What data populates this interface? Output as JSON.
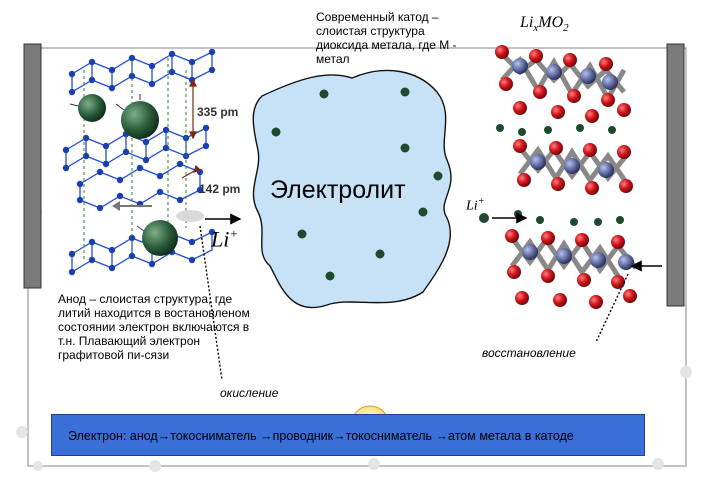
{
  "cathode_title": "Современный катод – слоистая структура диоксида метала, где М - метал",
  "formula": {
    "li": "Li",
    "x": "x",
    "mo": "MO",
    "two": "2"
  },
  "dimension_335": "335 pm",
  "dimension_142": "142 pm",
  "electrolyte": "Электролит",
  "li_ion": {
    "symbol": "Li",
    "charge": "+"
  },
  "anode_description": "Анод – слоистая структура, где литий находится в востановленом состоянии электрон включаются в т.н. Плавающий электрон графитовой пи-сязи",
  "oxidation": "окисление",
  "reduction": "восстановление",
  "electron_flow": "Электрон: анод→токосниматель →проводник→токосниматель →атом метала в катоде",
  "colors": {
    "electrode": "#7f7f7f",
    "electrolyte_fill": "#c7e2f7",
    "bar": "#3a6fd8",
    "lithium": "#1f4a30",
    "oxygen": "#c0151a",
    "metal": "#4e5a8a",
    "graphite": "#1f4fd6"
  }
}
